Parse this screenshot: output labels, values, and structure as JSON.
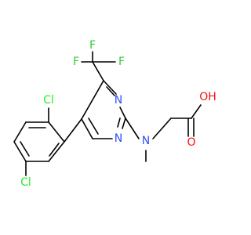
{
  "molecule": {
    "atoms": {
      "F1": "F",
      "F2": "F",
      "F3": "F",
      "N1": "N",
      "N2": "N",
      "N3": "N",
      "Cl1": "Cl",
      "Cl2": "Cl",
      "O1": "O",
      "OH": "OH"
    },
    "colors": {
      "F": "#33cc33",
      "N": "#3050f8",
      "Cl": "#1ff01f",
      "O": "#ff0d0d",
      "bond": "#000000"
    }
  }
}
